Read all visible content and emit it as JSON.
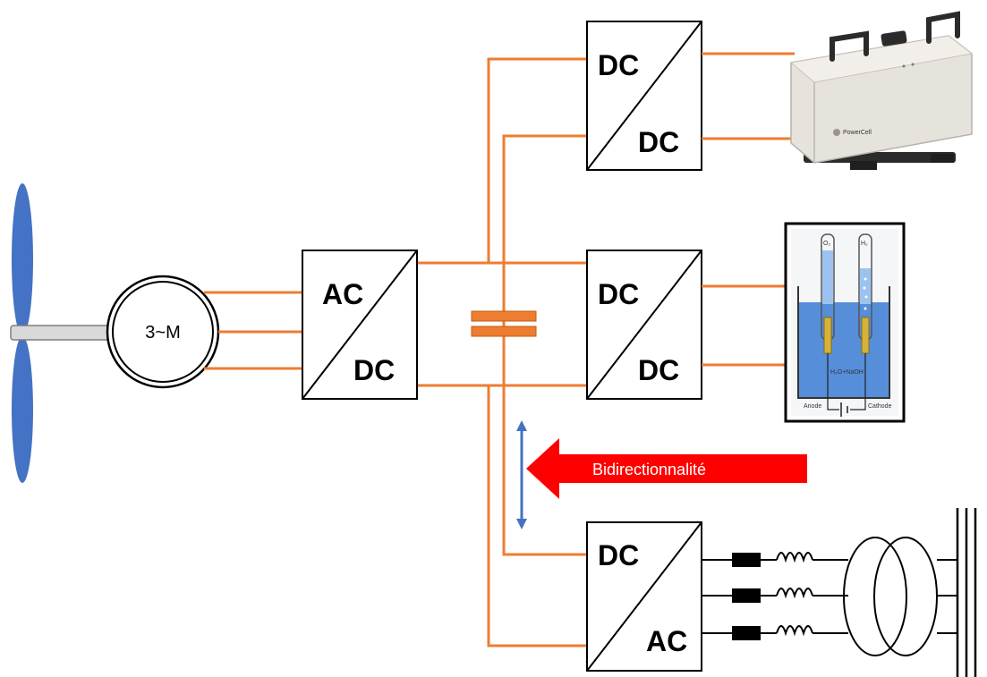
{
  "motor": {
    "label": "3~M"
  },
  "converters": {
    "generator": {
      "top": "AC",
      "bottom": "DC"
    },
    "battery": {
      "top": "DC",
      "bottom": "DC"
    },
    "electrolyzer": {
      "top": "DC",
      "bottom": "DC"
    },
    "grid": {
      "top": "DC",
      "bottom": "AC"
    }
  },
  "arrow": {
    "label": "Bidirectionnalité"
  },
  "electrolyzer": {
    "electrolyte_label": "H₂O+NaOH",
    "anode_label": "Anode",
    "cathode_label": "Cathode",
    "o2_label": "O₂",
    "h2_label": "H₂"
  },
  "colors": {
    "wire": "#ED7D31",
    "blade": "#4472C4",
    "arrow": "#FF0000",
    "double_arrow": "#4472C4",
    "electrolyte": "#3A7BD5"
  }
}
